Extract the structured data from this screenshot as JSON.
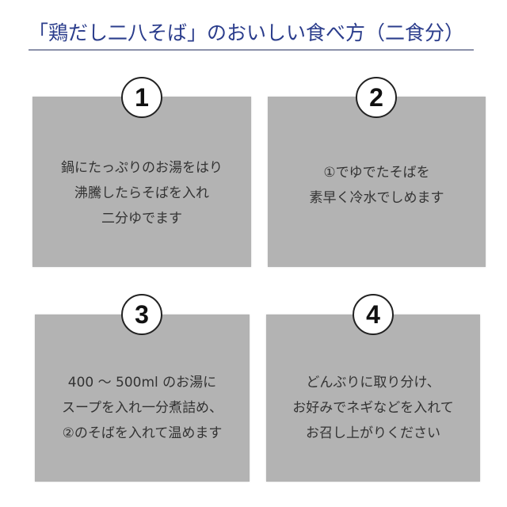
{
  "header": {
    "title": "「鶏だし二八そば」のおいしい食べ方（二食分）",
    "title_color": "#2b3d8c",
    "rule_color": "#8c91aa"
  },
  "panel_color": "#b3b3b3",
  "steps": [
    {
      "number": "1",
      "lines": [
        "鍋にたっぷりのお湯をはり",
        "沸騰したらそばを入れ",
        "二分ゆでます"
      ]
    },
    {
      "number": "2",
      "lines": [
        "①でゆでたそばを",
        "素早く冷水でしめます"
      ]
    },
    {
      "number": "3",
      "lines": [
        "400 ～ 500ml のお湯に",
        "スープを入れ一分煮詰め、",
        "②のそばを入れて温めます"
      ]
    },
    {
      "number": "4",
      "lines": [
        "どんぶりに取り分け、",
        "お好みでネギなどを入れて",
        "お召し上がりください"
      ]
    }
  ]
}
